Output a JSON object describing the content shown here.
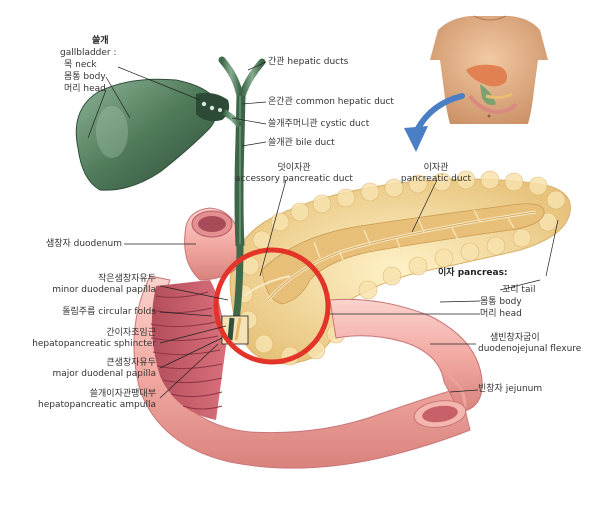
{
  "labels": {
    "gallbladder_ko": "쓸개",
    "gallbladder_en": "gallbladder :",
    "neck": "목 neck",
    "body_gb": "몸통 body",
    "head_gb": "머리 head",
    "hepatic_ducts": "간관 hepatic ducts",
    "common_hepatic": "온간관 common hepatic duct",
    "cystic_duct": "쓸개주머니관 cystic duct",
    "bile_duct": "쓸개관 bile duct",
    "accessory_ko": "덧이자관",
    "accessory_en": "accessory pancreatic duct",
    "pancreatic_duct_ko": "이자관",
    "pancreatic_duct_en": "pancreatic duct",
    "duodenum": "샘창자 duodenum",
    "minor_papilla_ko": "작은샘창자유두",
    "minor_papilla_en": "minor duodenal papilla",
    "circular_folds": "돌림주름 circular folds",
    "sphincter_ko": "간이자조임근",
    "sphincter_en": "hepatopancreatic sphincter",
    "major_papilla_ko": "큰샘창자유두",
    "major_papilla_en": "major duodenal papilla",
    "ampulla_ko": "쓸개이자관팽대부",
    "ampulla_en": "hepatopancreatic ampulla",
    "pancreas_title": "이자 pancreas:",
    "tail": "꼬리 tail",
    "body_p": "몸통 body",
    "head_p": "머리 head",
    "flexure_ko": "샘빈창자굽이",
    "flexure_en": "duodenojejunal flexure",
    "jejunum": "빈창자 jejunum"
  },
  "colors": {
    "gallbladder": "#4f7a5a",
    "pancreas": "#f2d79a",
    "intestine": "#f0a9a4",
    "highlight_circle": "#e4342a",
    "arrow": "#4a7fc6"
  },
  "icons": {
    "torso_inset": "torso-inset-icon",
    "direction_arrow": "curved-arrow-icon"
  }
}
